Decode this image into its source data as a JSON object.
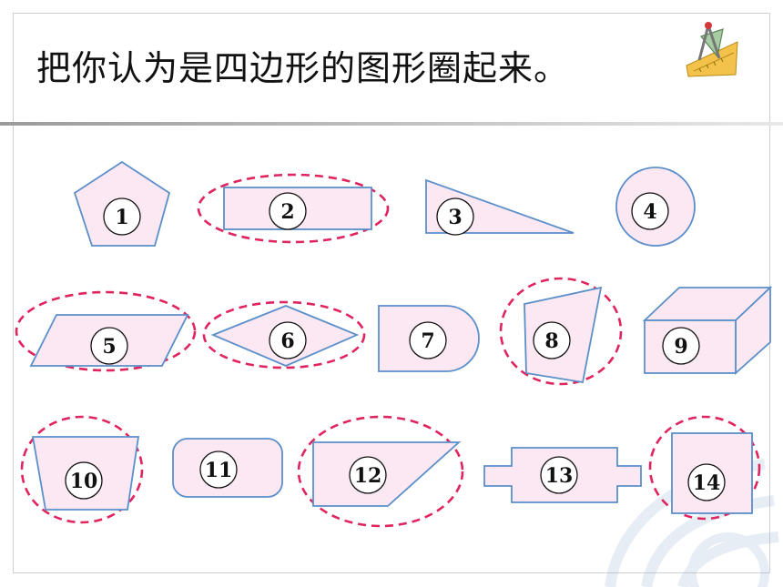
{
  "slide": {
    "title": "把你认为是四边形的图形圈起来。",
    "accent_color": "#e0245e",
    "shape_fill": "#fce8f2",
    "shape_stroke": "#5b8fc9",
    "logo_icon": "compass-ruler-triangle-icon",
    "watermark_icon": "publisher-swoosh-icon"
  },
  "shapes": [
    {
      "number": "1",
      "kind": "pentagon",
      "circled": false
    },
    {
      "number": "2",
      "kind": "rectangle",
      "circled": true
    },
    {
      "number": "3",
      "kind": "right-triangle",
      "circled": false
    },
    {
      "number": "4",
      "kind": "circle",
      "circled": false
    },
    {
      "number": "5",
      "kind": "parallelogram",
      "circled": true
    },
    {
      "number": "6",
      "kind": "rhombus",
      "circled": true
    },
    {
      "number": "7",
      "kind": "rounded-end-rectangle",
      "circled": false
    },
    {
      "number": "8",
      "kind": "irregular-quadrilateral",
      "circled": true
    },
    {
      "number": "9",
      "kind": "cuboid",
      "circled": false
    },
    {
      "number": "10",
      "kind": "trapezoid",
      "circled": true
    },
    {
      "number": "11",
      "kind": "rounded-rectangle",
      "circled": false
    },
    {
      "number": "12",
      "kind": "right-trapezoid",
      "circled": true
    },
    {
      "number": "13",
      "kind": "cross-shape",
      "circled": false
    },
    {
      "number": "14",
      "kind": "square",
      "circled": true
    }
  ]
}
